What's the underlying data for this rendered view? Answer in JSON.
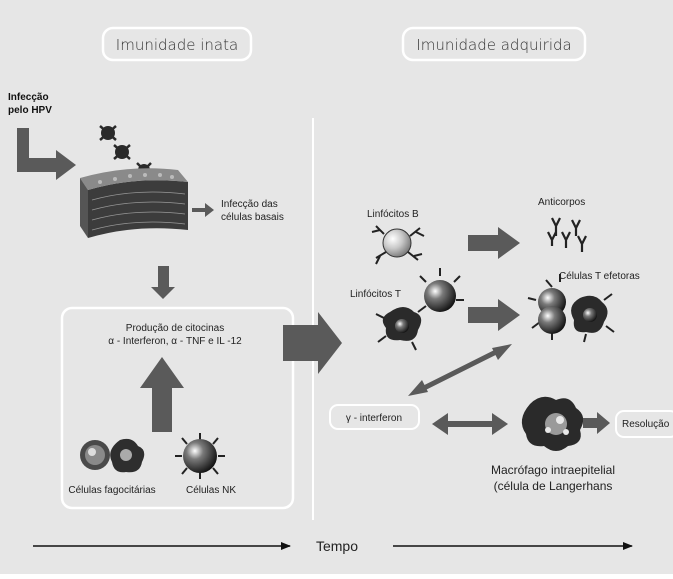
{
  "headers": {
    "innate": "Imunidade inata",
    "acquired": "Imunidade adquirida"
  },
  "infection": {
    "line1": "Infecção",
    "line2": "pelo HPV"
  },
  "basal_cells": {
    "line1": "Infecção das",
    "line2": "células basais"
  },
  "cytokines": {
    "line1": "Produção de citocinas",
    "line2": "α - Interferon, α - TNF e IL -12"
  },
  "phagocytes_label": "Células fagocitárias",
  "nk_label": "Células NK",
  "b_cells_label": "Linfócitos B",
  "antibodies_label": "Anticorpos",
  "t_cells_label": "Linfócitos T",
  "effector_label": "Células T efetoras",
  "interferon_label": "γ - interferon",
  "resolution_label": "Resolução",
  "macrophage": {
    "line1": "Macrófago intraepitelial",
    "line2": "(célula de Langerhans"
  },
  "time_label": "Tempo",
  "colors": {
    "background": "#e6e6e6",
    "arrow": "#5a5a5a",
    "border": "#ffffff"
  }
}
